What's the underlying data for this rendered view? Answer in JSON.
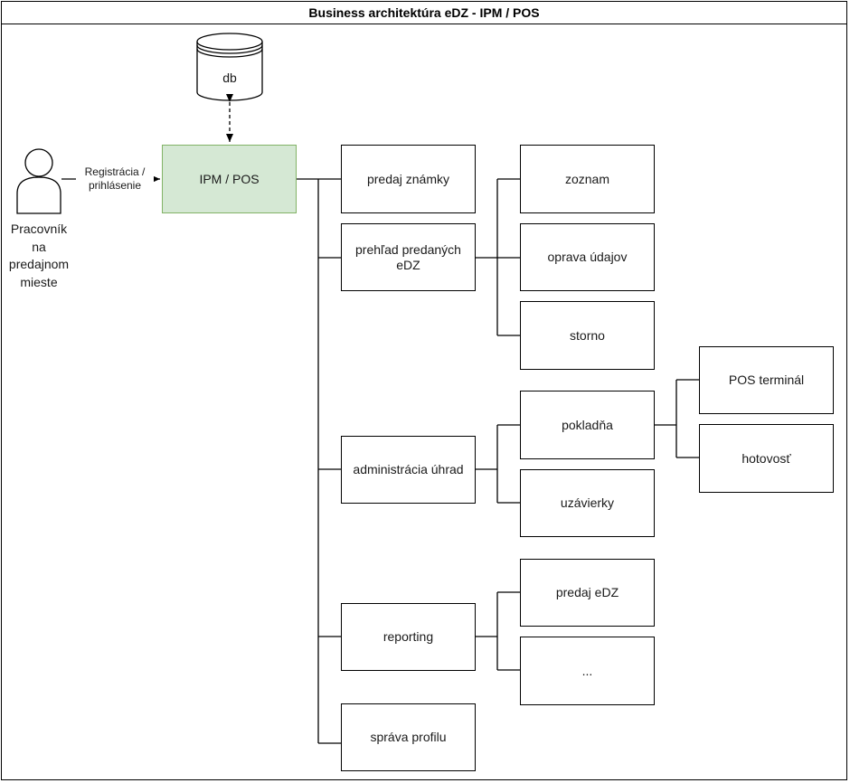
{
  "title": "Business architektúra eDZ - IPM / POS",
  "actor": {
    "label_lines": [
      "Pracovník",
      "na",
      "predajnom",
      "mieste"
    ]
  },
  "edge_login": {
    "label_lines": [
      "Registrácia /",
      "prihlásenie"
    ]
  },
  "database": {
    "label": "db"
  },
  "main_node": {
    "label": "IPM / POS"
  },
  "modules": {
    "predaj_znamky": "predaj známky",
    "prehlad": "prehľad predaných eDZ",
    "administracia": "administrácia úhrad",
    "reporting": "reporting",
    "sprava_profilu": "správa profilu"
  },
  "prehlad_children": {
    "zoznam": "zoznam",
    "oprava": "oprava údajov",
    "storno": "storno"
  },
  "administracia_children": {
    "pokladna": "pokladňa",
    "uzavierky": "uzávierky"
  },
  "pokladna_children": {
    "pos_terminal": "POS terminál",
    "hotovost": "hotovosť"
  },
  "reporting_children": {
    "predaj_edz": "predaj eDZ",
    "more": "..."
  },
  "colors": {
    "main_fill": "#d5e8d4",
    "main_stroke": "#82b366",
    "line": "#000000"
  }
}
